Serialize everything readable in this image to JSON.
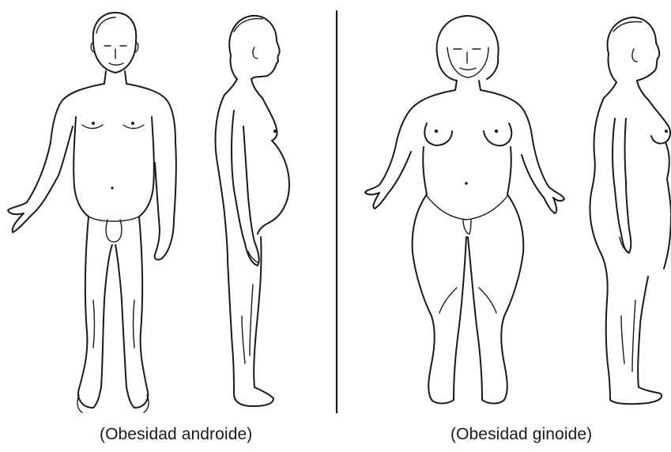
{
  "figures": [
    {
      "id": "android",
      "caption": "(Obesidad androide)",
      "views": [
        "front",
        "side"
      ],
      "sex": "male"
    },
    {
      "id": "gynoid",
      "caption": "(Obesidad ginoide)",
      "views": [
        "front",
        "side"
      ],
      "sex": "female"
    }
  ],
  "colors": {
    "line": "#1a1a1a",
    "background": "#ffffff"
  }
}
